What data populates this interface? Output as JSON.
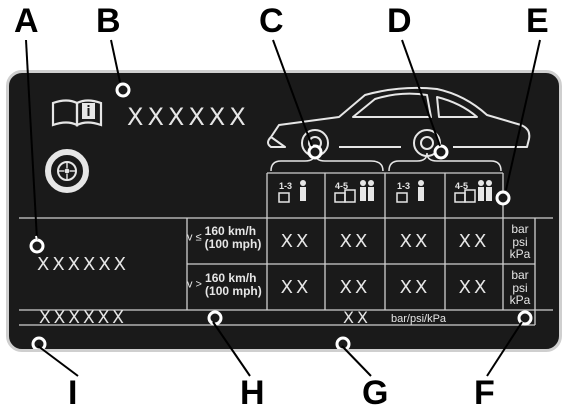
{
  "callout_letters": [
    "A",
    "B",
    "C",
    "D",
    "E",
    "F",
    "G",
    "H",
    "I"
  ],
  "placard": {
    "header_placeholder": "XXXXXX",
    "left_block_placeholder": "XXXXXX",
    "bottom_left_placeholder": "XXXXXX",
    "pressure_placeholder": "XX",
    "bottom_pressure_placeholder": "XX",
    "bottom_units": "bar/psi/kPa",
    "load_labels": [
      "1-3",
      "4-5",
      "1-3",
      "4-5"
    ],
    "speed_rows": [
      {
        "operator": "v ≤",
        "speed": "160 km/h",
        "speed_alt": "(100 mph)"
      },
      {
        "operator": "v >",
        "speed": "160 km/h",
        "speed_alt": "(100 mph)"
      }
    ],
    "units": [
      "bar",
      "psi",
      "kPa"
    ]
  },
  "icons": [
    "owners-manual-info-icon",
    "tire-icon",
    "car-outline-icon",
    "front-wheel-icon",
    "rear-wheel-icon",
    "occupant-icon",
    "luggage-icon"
  ]
}
